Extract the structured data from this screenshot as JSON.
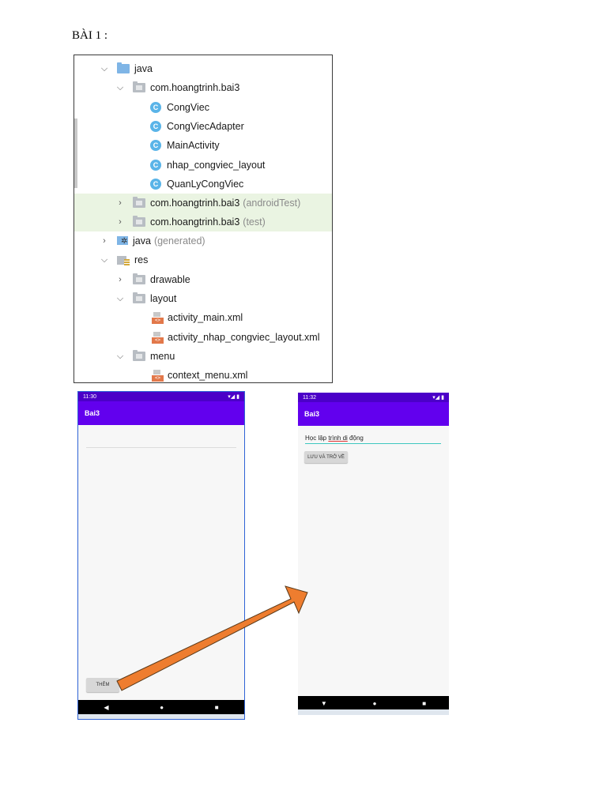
{
  "document": {
    "heading": "BÀI 1 :"
  },
  "tree": {
    "rows": [
      {
        "label": "java",
        "suffix": ""
      },
      {
        "label": "com.hoangtrinh.bai3",
        "suffix": ""
      },
      {
        "label": "CongViec",
        "suffix": ""
      },
      {
        "label": "CongViecAdapter",
        "suffix": ""
      },
      {
        "label": "MainActivity",
        "suffix": ""
      },
      {
        "label": "nhap_congviec_layout",
        "suffix": ""
      },
      {
        "label": "QuanLyCongViec",
        "suffix": ""
      },
      {
        "label": "com.hoangtrinh.bai3",
        "suffix": "(androidTest)"
      },
      {
        "label": "com.hoangtrinh.bai3",
        "suffix": "(test)"
      },
      {
        "label": "java",
        "suffix": "(generated)"
      },
      {
        "label": "res",
        "suffix": ""
      },
      {
        "label": "drawable",
        "suffix": ""
      },
      {
        "label": "layout",
        "suffix": ""
      },
      {
        "label": "activity_main.xml",
        "suffix": ""
      },
      {
        "label": "activity_nhap_congviec_layout.xml",
        "suffix": ""
      },
      {
        "label": "menu",
        "suffix": ""
      },
      {
        "label": "context_menu.xml",
        "suffix": ""
      }
    ],
    "class_icon_letter": "C",
    "xml_icon_text": "<>"
  },
  "phone1": {
    "time": "11:30",
    "status_icons": "▾◢ ▮",
    "app_title": "Bai3",
    "add_button": "THÊM"
  },
  "phone2": {
    "time": "11:32",
    "status_icons": "▾◢ ▮",
    "app_title": "Bai3",
    "input_text_a": "Học lập ",
    "input_text_b": "trình di",
    "input_text_c": " động",
    "save_button": "LƯU VÀ TRỞ VỀ"
  },
  "colors": {
    "accent": "#6200ee",
    "status_bar": "#4b00c8",
    "arrow_fill": "#ee7d2f",
    "highlight_row": "#eaf4e2"
  }
}
